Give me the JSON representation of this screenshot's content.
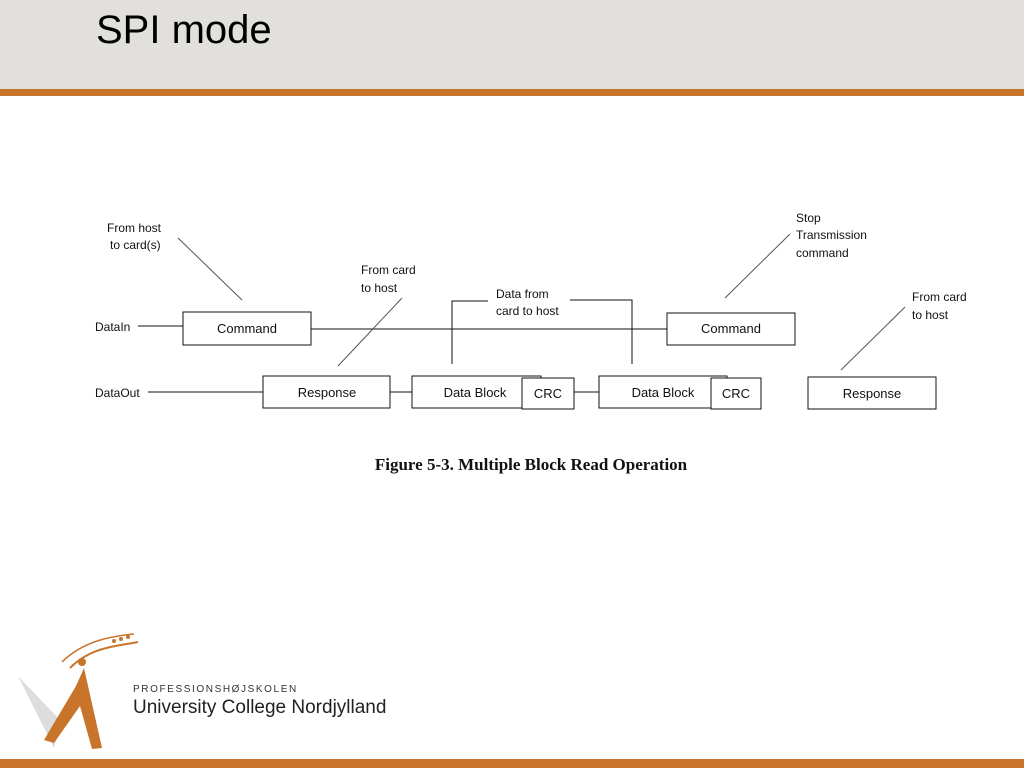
{
  "slide": {
    "title": "SPI mode",
    "accent_color": "#c8742a",
    "header_bg": "#e2e0dc"
  },
  "diagram": {
    "signals": {
      "datain": "DataIn",
      "dataout": "DataOut"
    },
    "boxes": {
      "command1": "Command",
      "command2": "Command",
      "response1": "Response",
      "response2": "Response",
      "datablock1": "Data Block",
      "crc1": "CRC",
      "datablock2": "Data Block",
      "crc2": "CRC"
    },
    "annotations": {
      "from_host_1": "From host",
      "from_host_2": "to card(s)",
      "from_card_a1": "From card",
      "from_card_a2": "to host",
      "data_from_1": "Data from",
      "data_from_2": "card to host",
      "stop_1": "Stop",
      "stop_2": "Transmission",
      "stop_3": "command",
      "from_card_b1": "From card",
      "from_card_b2": "to host"
    },
    "caption": "Figure 5-3.  Multiple Block Read Operation"
  },
  "logo": {
    "line1": "PROFESSIONSHØJSKOLEN",
    "line2": "University College Nordjylland",
    "icon": "dancing-figure-logo-icon"
  }
}
